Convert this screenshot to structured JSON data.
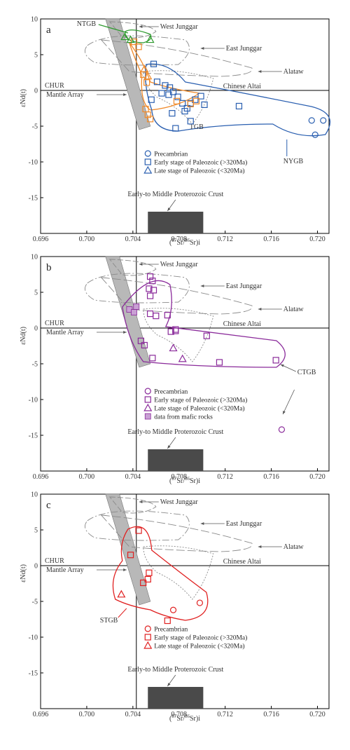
{
  "chart_data": [
    {
      "type": "scatter",
      "panel_label": "a",
      "xlim": [
        0.696,
        0.721
      ],
      "ylim": [
        -20,
        10
      ],
      "x_ticks": [
        "0.696",
        "0.700",
        "0.704",
        "0.708",
        "0.712",
        "0.716",
        "0.720"
      ],
      "y_ticks": [
        "10",
        "5",
        "0",
        "-5",
        "-10",
        "-15"
      ],
      "xlabel": "(87Sr/86Sr)i",
      "ylabel": "εNd(t)",
      "reference_labels": {
        "chur": "CHUR",
        "mantle_array": "Mantle Array",
        "west_junggar": "West Junggar",
        "east_junggar": "East Junggar",
        "alataw": "Alataw",
        "chinese_altai": "Chinese Altai",
        "crust": "Early-to Middle Proterozoic Crust"
      },
      "group_labels": [
        {
          "text": "NTGB",
          "color": "#2e9a2e"
        },
        {
          "text": "TGB",
          "color": "#f08a2a"
        },
        {
          "text": "NYGB",
          "color": "#2a5fb0"
        }
      ],
      "legend": [
        {
          "text": "Precambrian",
          "marker": "circle",
          "color": "#2a5fb0"
        },
        {
          "text": "Early stage of Paleozoic (>320Ma)",
          "marker": "square",
          "color": "#2a5fb0"
        },
        {
          "text": "Late stage of Paleozoic (<320Ma)",
          "marker": "triangle",
          "color": "#2a5fb0"
        }
      ],
      "series": [
        {
          "name": "NYGB",
          "color": "#2a5fb0",
          "points": [
            {
              "x": 0.7195,
              "y": -4.2,
              "m": "circle"
            },
            {
              "x": 0.7198,
              "y": -6.2,
              "m": "circle"
            },
            {
              "x": 0.7205,
              "y": -4.2,
              "m": "circle"
            },
            {
              "x": 0.7058,
              "y": 3.7,
              "m": "square"
            },
            {
              "x": 0.7061,
              "y": 1.2,
              "m": "square"
            },
            {
              "x": 0.7065,
              "y": -0.4,
              "m": "square"
            },
            {
              "x": 0.7068,
              "y": 0.7,
              "m": "square"
            },
            {
              "x": 0.7072,
              "y": 0.4,
              "m": "square"
            },
            {
              "x": 0.7075,
              "y": -0.2,
              "m": "square"
            },
            {
              "x": 0.7071,
              "y": -0.6,
              "m": "square"
            },
            {
              "x": 0.7074,
              "y": -3.2,
              "m": "square"
            },
            {
              "x": 0.7077,
              "y": -5.3,
              "m": "square"
            },
            {
              "x": 0.7083,
              "y": -1.8,
              "m": "square"
            },
            {
              "x": 0.7087,
              "y": -2.5,
              "m": "square"
            },
            {
              "x": 0.709,
              "y": -1.8,
              "m": "square"
            },
            {
              "x": 0.7085,
              "y": -2.9,
              "m": "square"
            },
            {
              "x": 0.7094,
              "y": -1.3,
              "m": "square"
            },
            {
              "x": 0.7099,
              "y": -0.8,
              "m": "square"
            },
            {
              "x": 0.7102,
              "y": -2.0,
              "m": "square"
            },
            {
              "x": 0.7132,
              "y": -2.2,
              "m": "square"
            },
            {
              "x": 0.709,
              "y": -4.3,
              "m": "square"
            },
            {
              "x": 0.7056,
              "y": -1.3,
              "m": "square"
            },
            {
              "x": 0.7079,
              "y": -0.9,
              "m": "square"
            }
          ]
        },
        {
          "name": "TGB",
          "color": "#f08a2a",
          "points": [
            {
              "x": 0.7041,
              "y": 6.8,
              "m": "square"
            },
            {
              "x": 0.7045,
              "y": 6.1,
              "m": "square"
            },
            {
              "x": 0.7049,
              "y": 2.2,
              "m": "square"
            },
            {
              "x": 0.7052,
              "y": 1.1,
              "m": "square"
            },
            {
              "x": 0.7051,
              "y": -2.6,
              "m": "square"
            },
            {
              "x": 0.7053,
              "y": -3.4,
              "m": "square"
            },
            {
              "x": 0.7055,
              "y": -4.0,
              "m": "square"
            },
            {
              "x": 0.7078,
              "y": -1.5,
              "m": "square"
            },
            {
              "x": 0.709,
              "y": -1.9,
              "m": "square"
            },
            {
              "x": 0.7095,
              "y": -1.5,
              "m": "square"
            },
            {
              "x": 0.705,
              "y": 3.0,
              "m": "triangle"
            },
            {
              "x": 0.7053,
              "y": 2.0,
              "m": "triangle"
            }
          ]
        },
        {
          "name": "NTGB",
          "color": "#2e9a2e",
          "points": [
            {
              "x": 0.7033,
              "y": 7.5,
              "m": "triangle"
            },
            {
              "x": 0.7038,
              "y": 7.1,
              "m": "triangle"
            },
            {
              "x": 0.7055,
              "y": 7.1,
              "m": "triangle"
            }
          ]
        }
      ]
    },
    {
      "type": "scatter",
      "panel_label": "b",
      "xlim": [
        0.696,
        0.721
      ],
      "ylim": [
        -20,
        10
      ],
      "x_ticks": [
        "0.696",
        "0.700",
        "0.704",
        "0.708",
        "0.712",
        "0.716",
        "0.720"
      ],
      "y_ticks": [
        "10",
        "5",
        "0",
        "-5",
        "-10",
        "-15"
      ],
      "xlabel": "(87Sr/86Sr)i",
      "ylabel": "εNd(t)",
      "reference_labels": {
        "chur": "CHUR",
        "mantle_array": "Mantle Array",
        "west_junggar": "West Junggar",
        "east_junggar": "East Junggar",
        "alataw": "Alataw",
        "chinese_altai": "Chinese Altai",
        "crust": "Early-to Middle Proterozoic Crust"
      },
      "group_labels": [
        {
          "text": "CTGB",
          "color": "#8a2a9a"
        }
      ],
      "legend": [
        {
          "text": "Precambrian",
          "marker": "circle",
          "color": "#8a2a9a"
        },
        {
          "text": "Early stage of Paleozoic (>320Ma)",
          "marker": "square",
          "color": "#8a2a9a"
        },
        {
          "text": "Late stage of  Paleozoic (<320Ma)",
          "marker": "triangle",
          "color": "#8a2a9a"
        },
        {
          "text": "data from mafic rocks",
          "marker": "filled-square",
          "color": "#c9a0d4"
        }
      ],
      "series": [
        {
          "name": "CTGB",
          "color": "#8a2a9a",
          "points": [
            {
              "x": 0.7169,
              "y": -14.2,
              "m": "circle"
            },
            {
              "x": 0.7055,
              "y": 7.2,
              "m": "square"
            },
            {
              "x": 0.7057,
              "y": 6.6,
              "m": "square"
            },
            {
              "x": 0.7054,
              "y": 5.5,
              "m": "square"
            },
            {
              "x": 0.7058,
              "y": 5.3,
              "m": "square"
            },
            {
              "x": 0.7055,
              "y": 4.5,
              "m": "square"
            },
            {
              "x": 0.7055,
              "y": 2.0,
              "m": "square"
            },
            {
              "x": 0.706,
              "y": 1.7,
              "m": "square"
            },
            {
              "x": 0.707,
              "y": 1.8,
              "m": "square"
            },
            {
              "x": 0.7073,
              "y": -0.5,
              "m": "square"
            },
            {
              "x": 0.7077,
              "y": -0.4,
              "m": "square"
            },
            {
              "x": 0.7077,
              "y": -0.2,
              "m": "square"
            },
            {
              "x": 0.7057,
              "y": -4.2,
              "m": "square"
            },
            {
              "x": 0.7104,
              "y": -1.1,
              "m": "square"
            },
            {
              "x": 0.7115,
              "y": -4.8,
              "m": "square"
            },
            {
              "x": 0.7164,
              "y": -4.5,
              "m": "square"
            },
            {
              "x": 0.7047,
              "y": -1.8,
              "m": "square"
            },
            {
              "x": 0.705,
              "y": -2.4,
              "m": "square"
            },
            {
              "x": 0.7075,
              "y": -2.8,
              "m": "triangle"
            },
            {
              "x": 0.7083,
              "y": -4.3,
              "m": "triangle"
            }
          ]
        },
        {
          "name": "data from mafic rocks",
          "color": "#c9a0d4",
          "points": [
            {
              "x": 0.7037,
              "y": 2.6,
              "m": "filled-square"
            },
            {
              "x": 0.7043,
              "y": 3.0,
              "m": "filled-square"
            },
            {
              "x": 0.7041,
              "y": 2.2,
              "m": "filled-square"
            }
          ]
        }
      ]
    },
    {
      "type": "scatter",
      "panel_label": "c",
      "xlim": [
        0.696,
        0.721
      ],
      "ylim": [
        -20,
        10
      ],
      "x_ticks": [
        "0.696",
        "0.700",
        "0.704",
        "0.708",
        "0.712",
        "0.716",
        "0.720"
      ],
      "y_ticks": [
        "10",
        "5",
        "0",
        "-5",
        "-10",
        "-15"
      ],
      "xlabel": "(87Sr/86Sr)i",
      "ylabel": "εNd(t)",
      "reference_labels": {
        "chur": "CHUR",
        "mantle_array": "Mantle Array",
        "west_junggar": "West Junggar",
        "east_junggar": "East Junggar",
        "alataw": "Alataw",
        "chinese_altai": "Chinese Altai",
        "crust": "Early-to Middle Proterozoic Crust"
      },
      "group_labels": [
        {
          "text": "STGB",
          "color": "#e02020"
        }
      ],
      "legend": [
        {
          "text": "Precambrian",
          "marker": "circle",
          "color": "#e02020"
        },
        {
          "text": "Early stage of Paleozoic (>320Ma)",
          "marker": "square",
          "color": "#e02020"
        },
        {
          "text": "Late stage of  Paleozoic (<320Ma)",
          "marker": "triangle",
          "color": "#e02020"
        }
      ],
      "series": [
        {
          "name": "STGB",
          "color": "#e02020",
          "points": [
            {
              "x": 0.7075,
              "y": -6.2,
              "m": "circle"
            },
            {
              "x": 0.7098,
              "y": -5.2,
              "m": "circle"
            },
            {
              "x": 0.7045,
              "y": 4.9,
              "m": "square"
            },
            {
              "x": 0.7038,
              "y": 1.5,
              "m": "square"
            },
            {
              "x": 0.7054,
              "y": -1.0,
              "m": "square"
            },
            {
              "x": 0.7053,
              "y": -1.9,
              "m": "square"
            },
            {
              "x": 0.7049,
              "y": -2.4,
              "m": "square"
            },
            {
              "x": 0.707,
              "y": -7.7,
              "m": "square"
            },
            {
              "x": 0.703,
              "y": -4.0,
              "m": "triangle"
            }
          ]
        }
      ]
    }
  ],
  "colors": {
    "reference_lines": "#8a8a8a",
    "mantle_array_fill": "#b8b8b8",
    "crust_fill": "#4a4a4a",
    "axis": "#000000"
  }
}
